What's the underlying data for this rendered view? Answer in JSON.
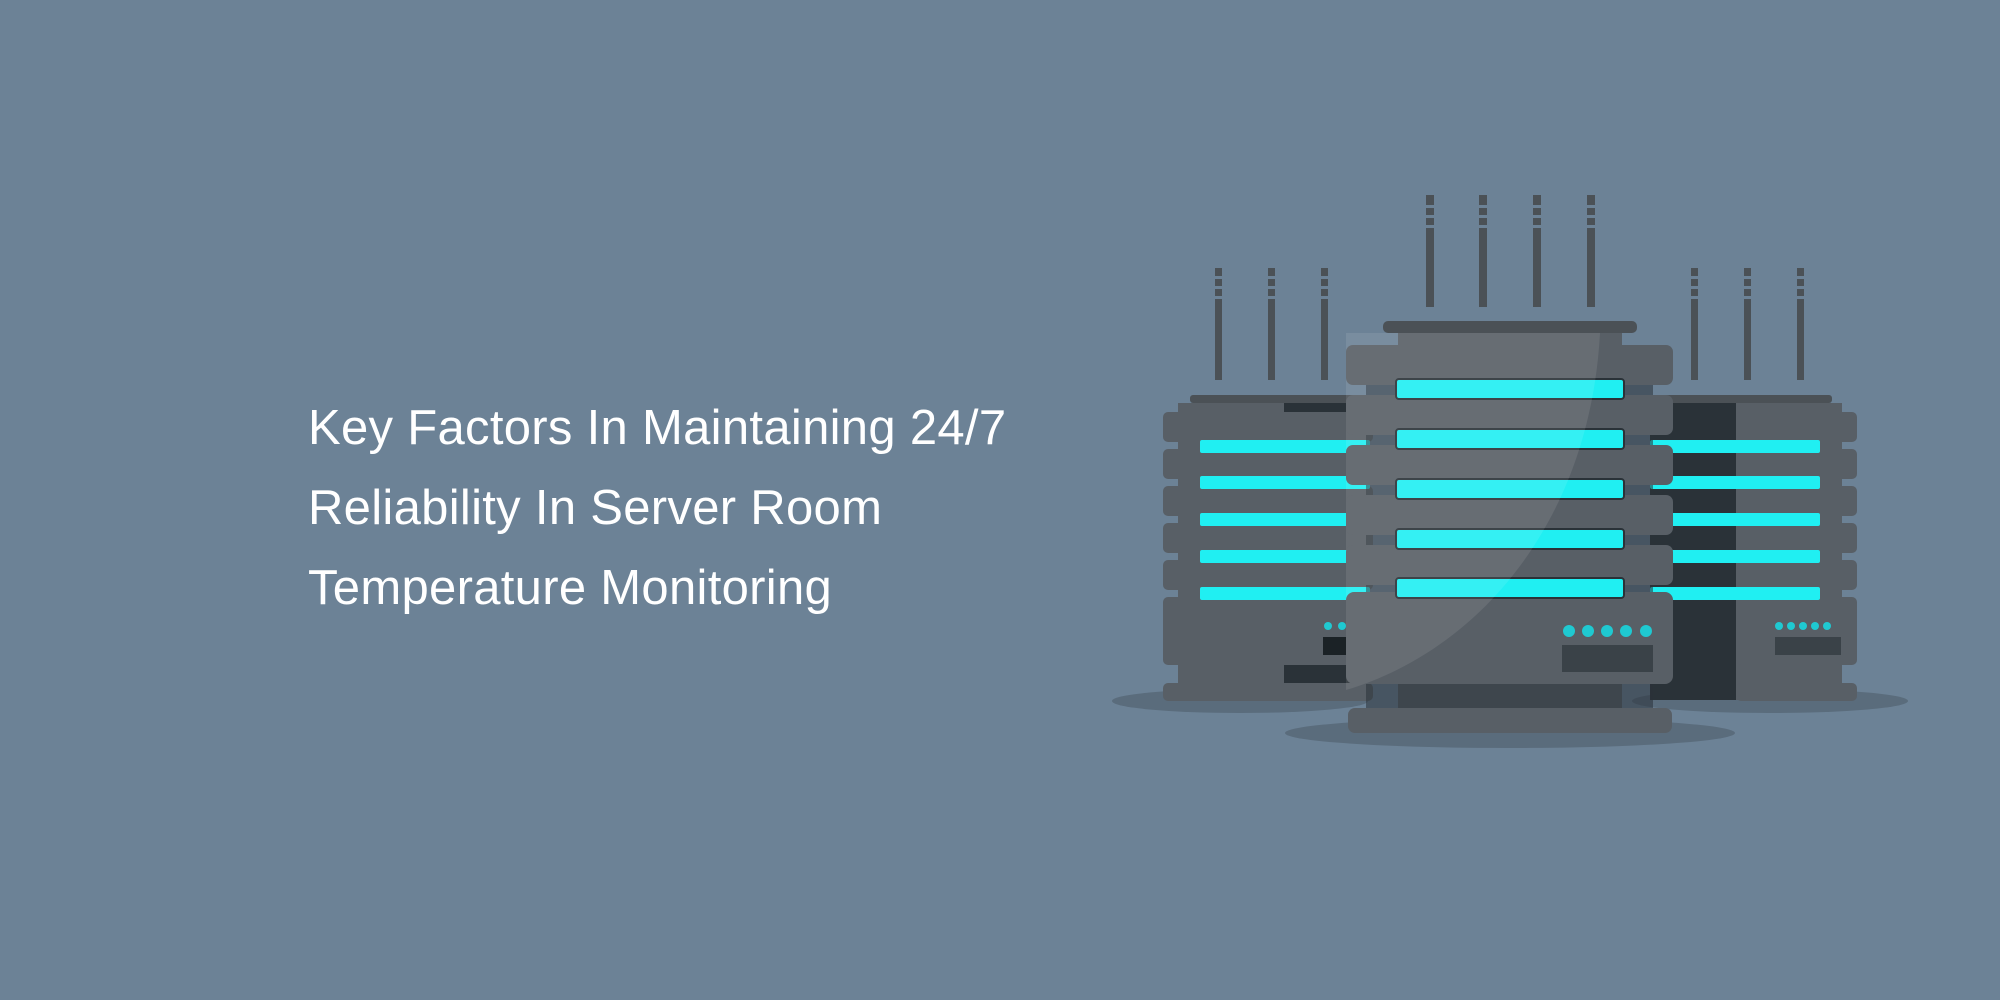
{
  "headline": {
    "lines": [
      "Key Factors In Maintaining 24/7",
      "Reliability In Server Room",
      "Temperature Monitoring"
    ]
  },
  "illustration": {
    "subject": "server-racks",
    "server_count": 3,
    "colors": {
      "background": "#6c8296",
      "rack_body": "#585f66",
      "rack_dark": "#2a3238",
      "rack_shadow": "#5a6c7c",
      "led_bar": "#1ee8ee",
      "led_dot": "#1fc9d1",
      "antenna": "#4b5156"
    }
  }
}
